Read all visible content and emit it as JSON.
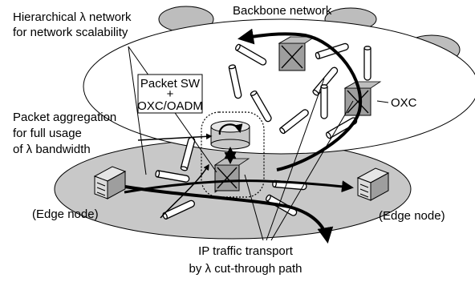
{
  "labels": {
    "hierarchical_line1": "Hierarchical λ network",
    "hierarchical_line2": "for network scalability",
    "backbone": "Backbone network",
    "packet_sw_line1": "Packet SW",
    "packet_sw_line2": "+",
    "packet_sw_line3": "OXC/OADM",
    "aggregation_line1": "Packet aggregation",
    "aggregation_line2": "for full usage",
    "aggregation_line3": "of λ bandwidth",
    "oxc": "OXC",
    "edge_node_left": "(Edge node)",
    "edge_node_right": "(Edge node)",
    "ip_traffic_line1": "IP traffic transport",
    "ip_traffic_line2": "by λ cut-through path"
  },
  "colors": {
    "cloud_gray": "#bdbdbd",
    "ring_gray": "#c8c8c8",
    "oxc_box": "#9e9e9e",
    "outline": "#000000",
    "background": "#ffffff"
  },
  "icons": {
    "oxc": "crossed-square-icon",
    "packet_switch": "cylinder-switch-icon",
    "edge_node": "server-rack-icon",
    "lambda_path": "tube-icon"
  }
}
